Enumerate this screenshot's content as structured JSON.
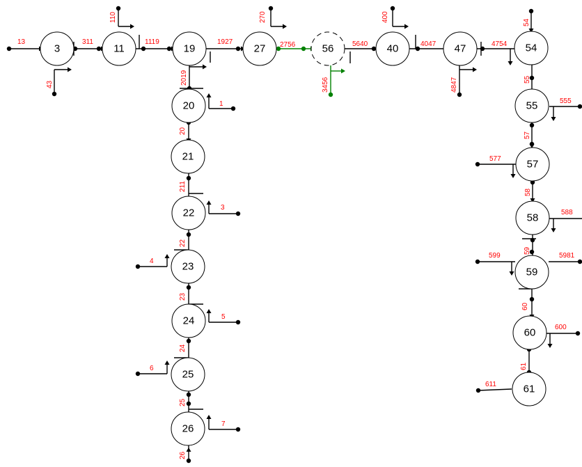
{
  "diagram": {
    "buses": [
      {
        "id": "3",
        "label": "3"
      },
      {
        "id": "11",
        "label": "11"
      },
      {
        "id": "19",
        "label": "19"
      },
      {
        "id": "27",
        "label": "27"
      },
      {
        "id": "56",
        "label": "56",
        "selected": true
      },
      {
        "id": "40",
        "label": "40"
      },
      {
        "id": "47",
        "label": "47"
      },
      {
        "id": "54",
        "label": "54"
      },
      {
        "id": "20",
        "label": "20"
      },
      {
        "id": "21",
        "label": "21"
      },
      {
        "id": "22",
        "label": "22"
      },
      {
        "id": "23",
        "label": "23"
      },
      {
        "id": "24",
        "label": "24"
      },
      {
        "id": "25",
        "label": "25"
      },
      {
        "id": "26",
        "label": "26"
      },
      {
        "id": "55",
        "label": "55"
      },
      {
        "id": "57",
        "label": "57"
      },
      {
        "id": "58",
        "label": "58"
      },
      {
        "id": "59",
        "label": "59"
      },
      {
        "id": "60",
        "label": "60"
      },
      {
        "id": "61",
        "label": "61"
      }
    ],
    "line_labels": {
      "l13": "13",
      "l311": "311",
      "l43": "43",
      "l110": "110",
      "l1119": "1119",
      "l1927": "1927",
      "l270": "270",
      "l2756": "2756",
      "l3456": "3456",
      "l5640": "5640",
      "l400": "400",
      "l4047": "4047",
      "l4847": "4847",
      "l4754": "4754",
      "l54": "54",
      "l2019": "2019",
      "l1": "1",
      "l20": "20",
      "l211": "211",
      "l3": "3",
      "l22": "22",
      "l4": "4",
      "l23": "23",
      "l5": "5",
      "l24": "24",
      "l6": "6",
      "l25": "25",
      "l7": "7",
      "l26": "26",
      "l55": "55",
      "l555": "555",
      "l57": "57",
      "l577": "577",
      "l58": "58",
      "l588": "588",
      "l59": "59",
      "l599": "599",
      "l5981": "5981",
      "l60": "60",
      "l600": "600",
      "l61": "61",
      "l611": "611"
    },
    "colors": {
      "line": "#000000",
      "label": "#ff0000",
      "selected_line": "#008000",
      "bus_fill": "#ffffff"
    }
  }
}
